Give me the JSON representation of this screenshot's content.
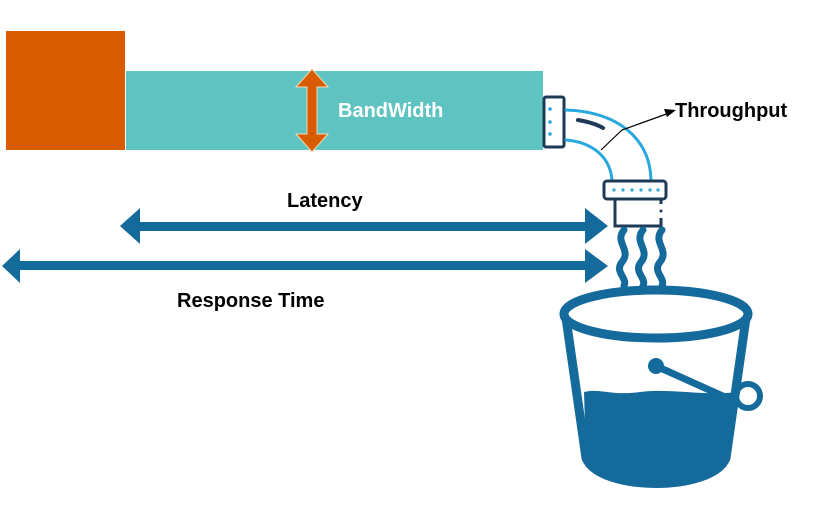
{
  "diagram": {
    "labels": {
      "bandwidth": "BandWidth",
      "throughput": "Throughput",
      "latency": "Latency",
      "response_time": "Response Time"
    },
    "colors": {
      "source_block": "#d95b00",
      "pipe": "#5fc4c1",
      "bandwidth_arrow": "#d95b00",
      "arrows": "#156a9c",
      "bucket": "#156a9c",
      "hose_outline": "#1f3a57",
      "hose_light": "#29a8de",
      "text_dark": "#000000",
      "text_light": "#ffffff"
    },
    "icons": {
      "source": "source-block-icon",
      "hose": "curved-hose-icon",
      "nozzle": "nozzle-icon",
      "water": "water-stream-icon",
      "bucket": "bucket-icon"
    }
  }
}
